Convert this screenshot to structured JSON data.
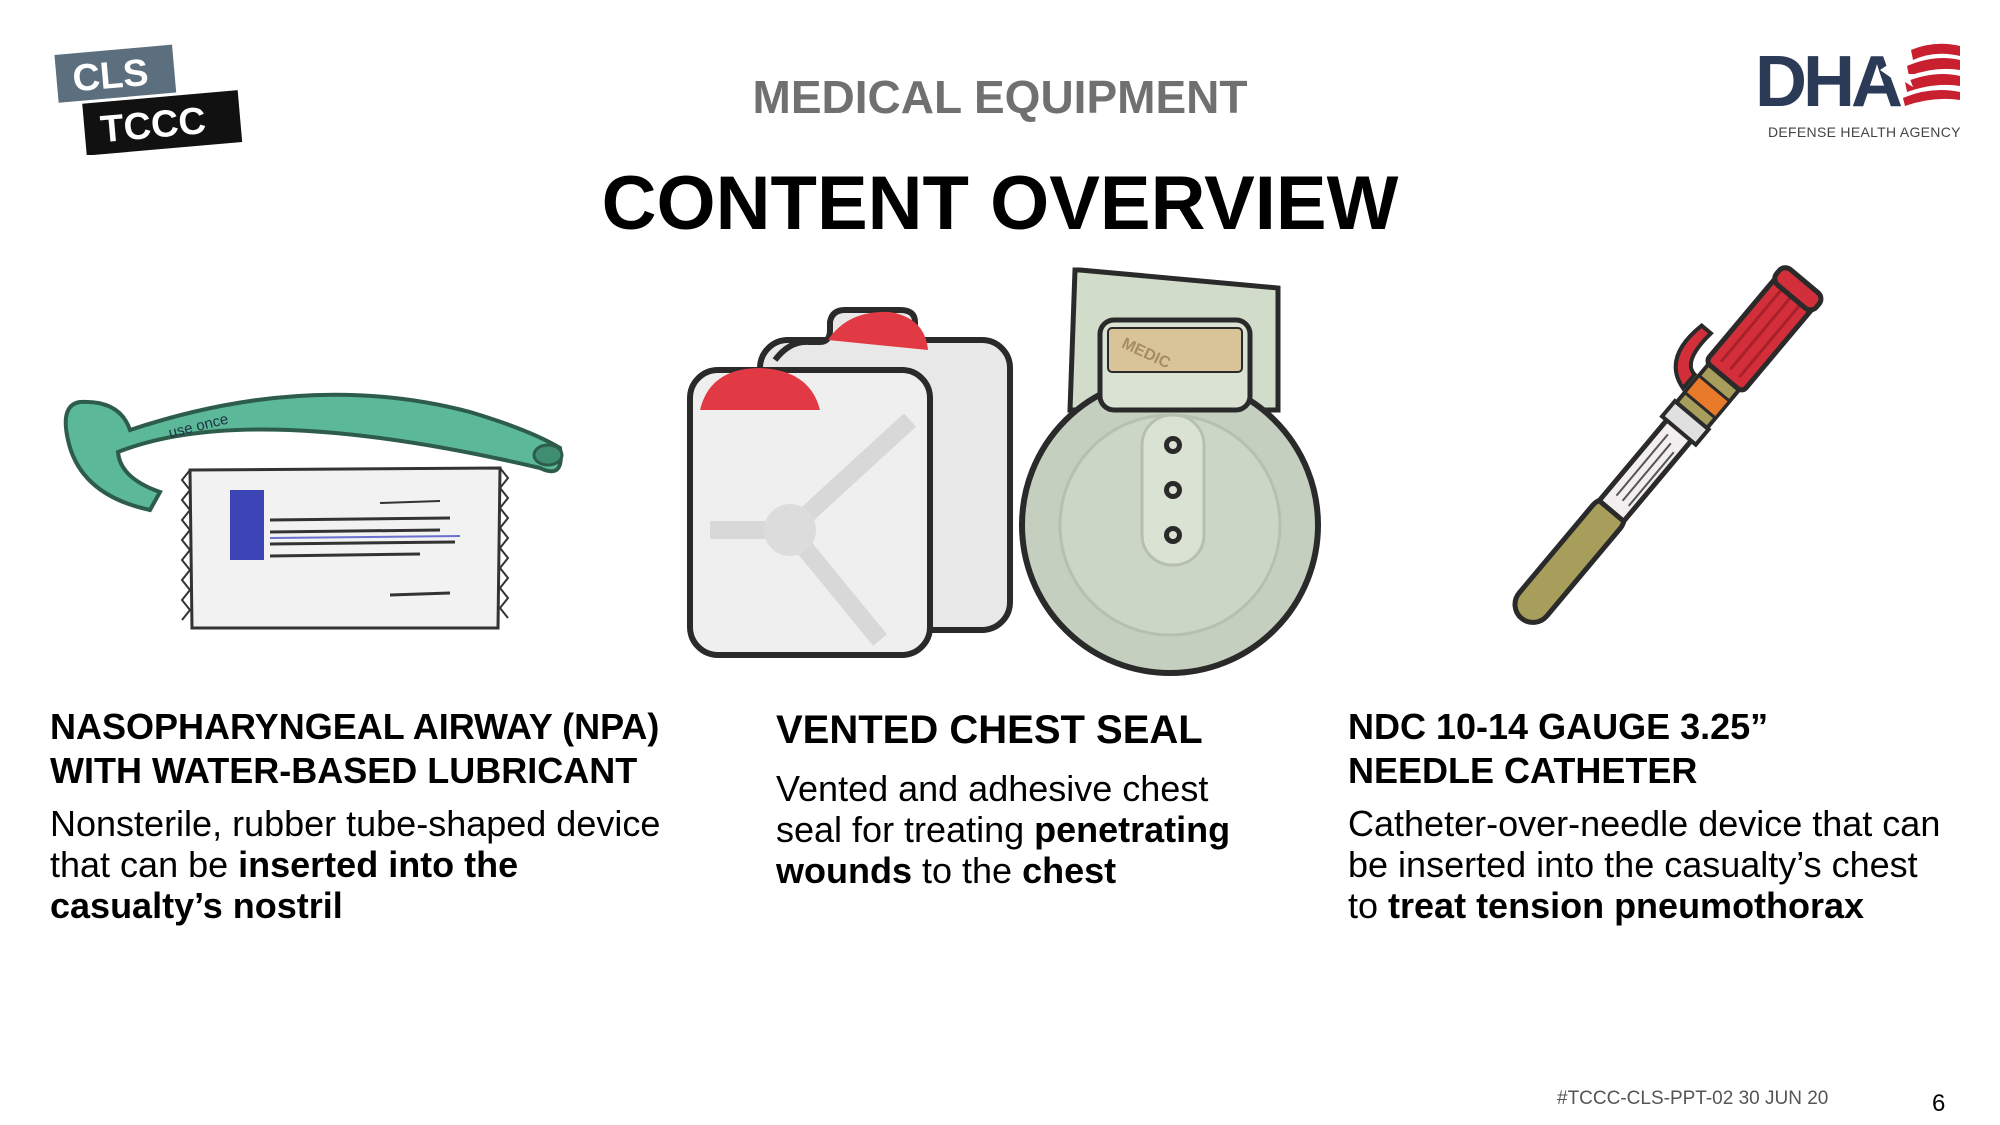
{
  "header": {
    "section_title": "MEDICAL EQUIPMENT",
    "title": "CONTENT OVERVIEW",
    "logo_line1": "CLS",
    "logo_line2": "TCCC",
    "dha_logo_text": "DHA",
    "dha_subtitle": "DEFENSE HEALTH AGENCY"
  },
  "items": [
    {
      "title_line1": "NASOPHARYNGEAL AIRWAY (NPA)",
      "title_line2": "WITH WATER-BASED LUBRICANT",
      "desc_line1": "Nonsterile, rubber tube-shaped device",
      "desc_line2_plain": "that can be ",
      "desc_line2_bold": "inserted into the",
      "desc_line3_bold": "casualty’s nostril"
    },
    {
      "title_line1": "VENTED CHEST SEAL",
      "desc_line1": "Vented and adhesive chest",
      "desc_line2_plain": "seal for treating ",
      "desc_line2_bold": "penetrating",
      "desc_line3_bold1": "wounds",
      "desc_line3_plain": " to the ",
      "desc_line3_bold2": "chest"
    },
    {
      "title_line1": "NDC 10-14 GAUGE 3.25”",
      "title_line2": "NEEDLE CATHETER",
      "desc_line1": "Catheter-over-needle device that can",
      "desc_line2": "be inserted into the casualty’s chest",
      "desc_line3_plain": "to ",
      "desc_line3_bold": "treat tension pneumothorax"
    }
  ],
  "illustrations": {
    "npa_text": "use once",
    "seal_text": "MEDIC"
  },
  "footer": {
    "code": "#TCCC-CLS-PPT-02 30 JUN 20",
    "page_number": "6"
  },
  "colors": {
    "npa_green": "#5bb898",
    "seal_red": "#e23a44",
    "needle_red": "#d32f3a",
    "needle_olive": "#a79e5c",
    "dha_blue": "#2b3a57",
    "dha_red": "#c8202f"
  }
}
